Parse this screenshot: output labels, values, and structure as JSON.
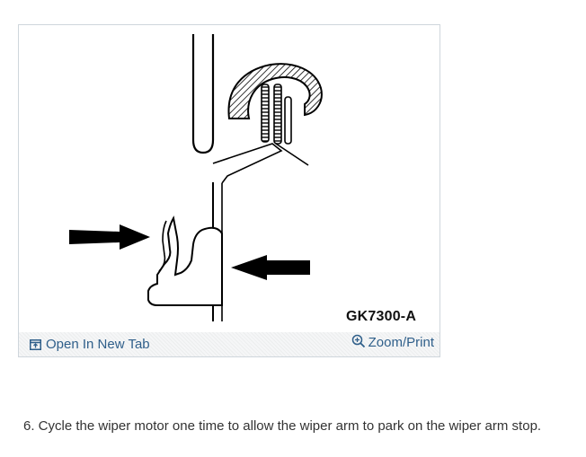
{
  "figure": {
    "code": "GK7300-A",
    "open_label": "Open In New Tab",
    "zoom_label": "Zoom/Print",
    "icons": {
      "open": "open-new-tab-icon",
      "zoom": "zoom-in-icon"
    },
    "colors": {
      "link": "#2f5f8a",
      "border": "#cfd6dc"
    }
  },
  "instruction": {
    "text": "6. Cycle the wiper motor one time to allow the wiper arm to park on the wiper arm stop."
  }
}
